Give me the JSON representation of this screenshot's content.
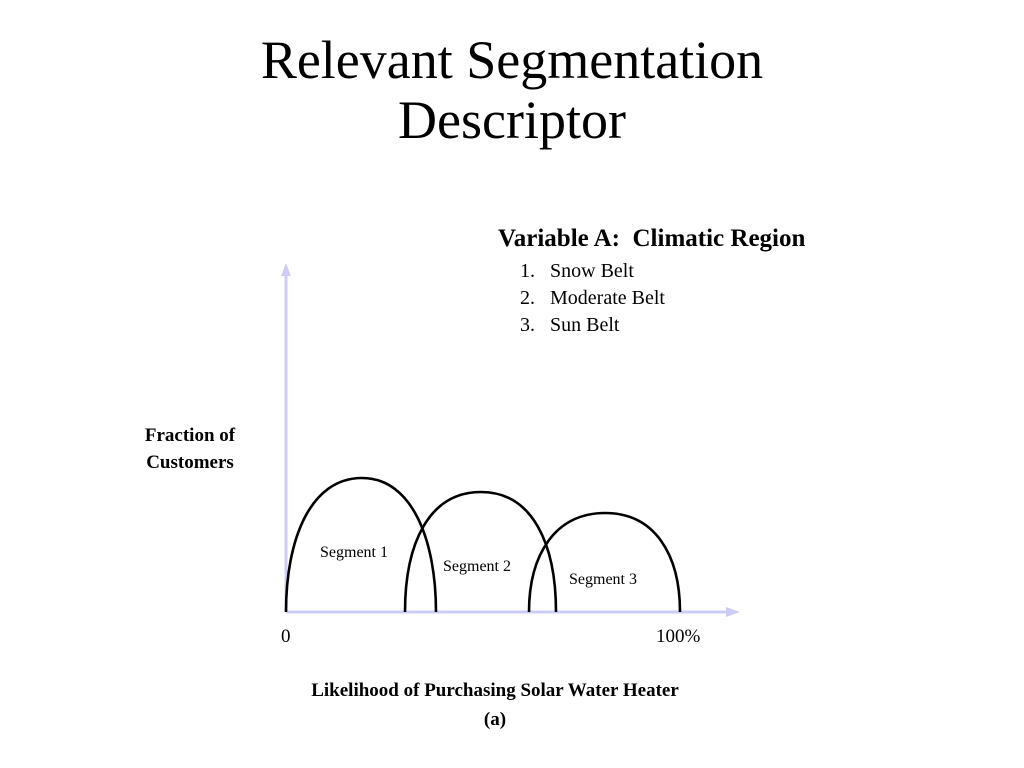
{
  "title": {
    "line1": "Relevant Segmentation",
    "line2": "Descriptor"
  },
  "variable": {
    "heading": "Variable A:  Climatic Region",
    "items": [
      {
        "num": "1.",
        "label": "Snow Belt"
      },
      {
        "num": "2.",
        "label": "Moderate Belt"
      },
      {
        "num": "3.",
        "label": "Sun Belt"
      }
    ]
  },
  "axes": {
    "y_label_line1": "Fraction of",
    "y_label_line2": "Customers",
    "x_label_line1": "Likelihood of Purchasing Solar Water Heater",
    "x_label_line2": "(a)",
    "x_start": "0",
    "x_end": "100%",
    "axis_color": "#ccccf5"
  },
  "segments": [
    {
      "label": "Segment 1"
    },
    {
      "label": "Segment 2"
    },
    {
      "label": "Segment 3"
    }
  ]
}
